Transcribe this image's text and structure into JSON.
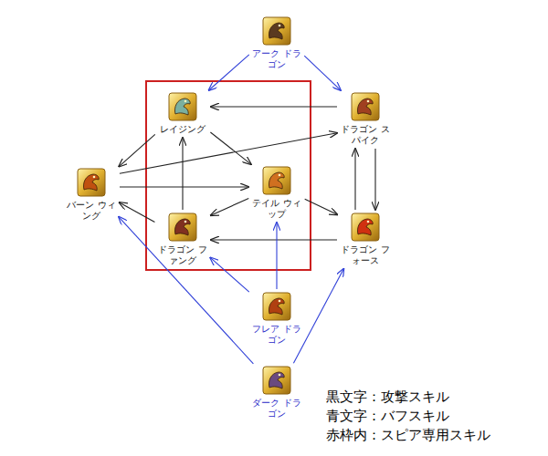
{
  "diagram": {
    "nodes": [
      {
        "text": [
          "アーク ドラゴン"
        ]
      },
      {
        "text": [
          "レイジング"
        ]
      },
      {
        "text": [
          "ドラゴン スパイク"
        ]
      },
      {
        "text": [
          "バーン ウィング"
        ]
      },
      {
        "text": [
          "テイル ウィップ"
        ]
      },
      {
        "text": [
          "ドラゴン ファング"
        ]
      },
      {
        "text": [
          "ドラゴン フォース"
        ]
      },
      {
        "text": [
          "フレア ドラゴン"
        ]
      },
      {
        "text": [
          "ダーク ドラゴン"
        ]
      }
    ],
    "edges": [
      {
        "from": 0,
        "to": 1,
        "arrow": "to"
      },
      {
        "from": 0,
        "to": 2,
        "arrow": "to"
      },
      {
        "from": 2,
        "to": 1,
        "arrow": "to"
      },
      {
        "from": 1,
        "to": 3,
        "arrow": "to"
      },
      {
        "from": 1,
        "to": 4,
        "arrow": "to"
      },
      {
        "from": 3,
        "to": 2,
        "arrow": "to"
      },
      {
        "from": 3,
        "to": 4,
        "arrow": "to"
      },
      {
        "from": 5,
        "to": 1,
        "arrow": "to"
      },
      {
        "from": 5,
        "to": 3,
        "arrow": "to"
      },
      {
        "from": 4,
        "to": 5,
        "arrow": "to"
      },
      {
        "from": 4,
        "to": 6,
        "arrow": "to"
      },
      {
        "from": 6,
        "to": 5,
        "arrow": "to"
      },
      {
        "from": 6,
        "to": 2,
        "arrow": "to"
      },
      {
        "from": 2,
        "to": 6,
        "arrow": "to"
      },
      {
        "from": 7,
        "to": 4,
        "arrow": "to"
      },
      {
        "from": 7,
        "to": 5,
        "arrow": "to"
      },
      {
        "from": 8,
        "to": 3,
        "arrow": "to"
      },
      {
        "from": 8,
        "to": 6,
        "arrow": "to"
      }
    ],
    "labels": [
      "黒文字：攻撃スキル",
      "青文字：バフスキル",
      "赤枠内：スピア専用スキル"
    ]
  }
}
